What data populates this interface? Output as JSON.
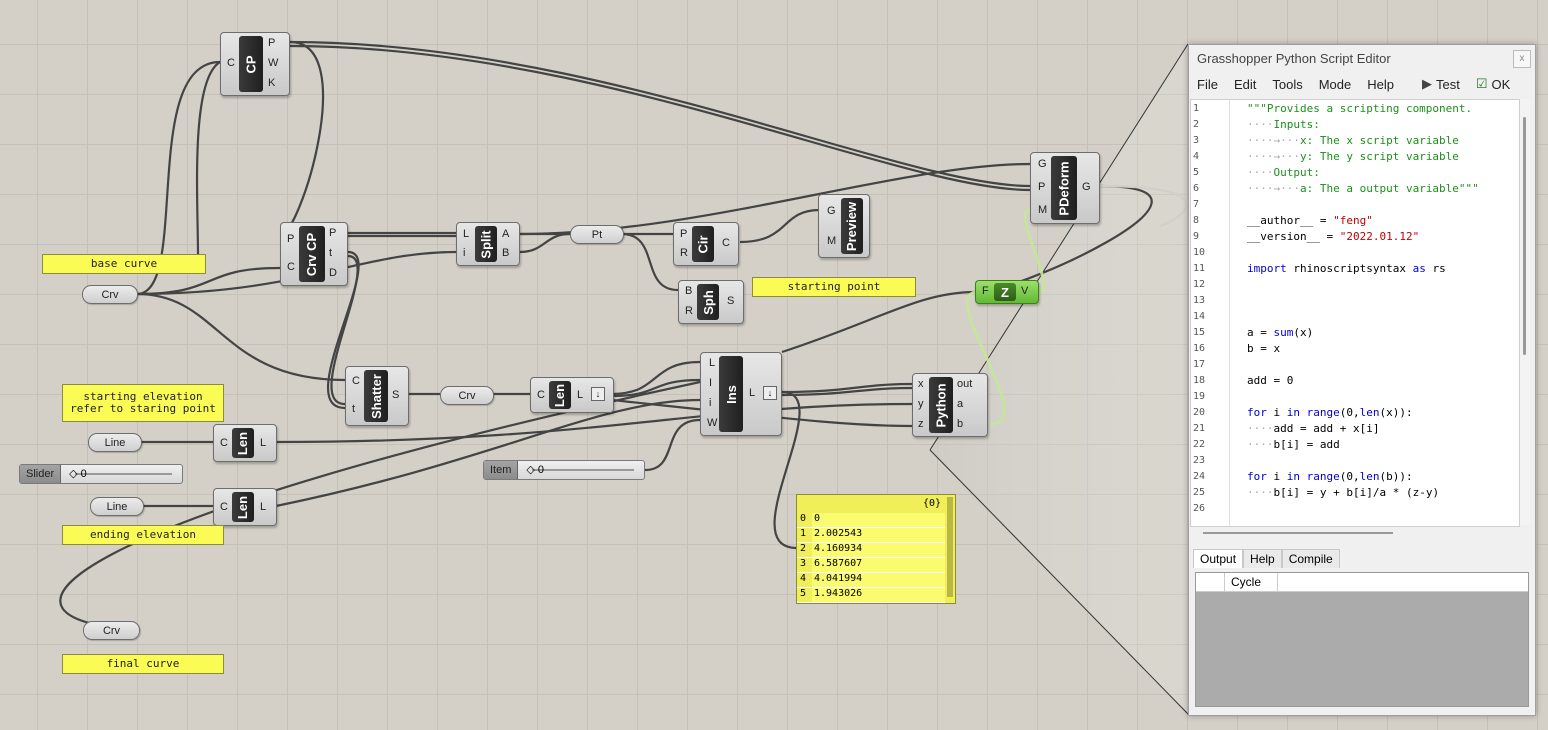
{
  "canvas": {
    "components": {
      "cp": {
        "label": "CP",
        "inputs": [
          "C"
        ],
        "outputs": [
          "P",
          "W",
          "K"
        ]
      },
      "crvcp": {
        "label": "Crv CP",
        "inputs": [
          "P",
          "C"
        ],
        "outputs": [
          "P",
          "t",
          "D"
        ]
      },
      "split": {
        "label": "Split",
        "inputs": [
          "L",
          "i"
        ],
        "outputs": [
          "A",
          "B"
        ]
      },
      "cir": {
        "label": "Cir",
        "inputs": [
          "P",
          "R"
        ],
        "outputs": [
          "C"
        ]
      },
      "preview": {
        "label": "Preview",
        "inputs": [
          "G",
          "M"
        ]
      },
      "sph": {
        "label": "Sph",
        "inputs": [
          "B",
          "R"
        ],
        "outputs": [
          "S"
        ]
      },
      "pdeform": {
        "label": "PDeform",
        "inputs": [
          "G",
          "P",
          "M"
        ],
        "outputs": [
          "G"
        ]
      },
      "fz": {
        "label": "Z",
        "inputs": [
          "F"
        ],
        "outputs": [
          "V"
        ]
      },
      "shatter": {
        "label": "Shatter",
        "inputs": [
          "C",
          "t"
        ],
        "outputs": [
          "S"
        ]
      },
      "len1": {
        "label": "Len",
        "inputs": [
          "C"
        ],
        "outputs": [
          "L"
        ]
      },
      "ins": {
        "label": "Ins",
        "inputs": [
          "L",
          "I",
          "i",
          "W"
        ],
        "outputs": [
          "L"
        ]
      },
      "python": {
        "label": "Python",
        "inputs": [
          "x",
          "y",
          "z"
        ],
        "outputs": [
          "out",
          "a",
          "b"
        ]
      },
      "len2": {
        "label": "Len",
        "inputs": [
          "C"
        ],
        "outputs": [
          "L"
        ]
      },
      "len3": {
        "label": "Len",
        "inputs": [
          "C"
        ],
        "outputs": [
          "L"
        ]
      }
    },
    "params": {
      "crv1": "Crv",
      "pt": "Pt",
      "crv2": "Crv",
      "line1": "Line",
      "line2": "Line",
      "crv3": "Crv"
    },
    "panels": {
      "base_curve": "base curve",
      "starting_point": "starting point",
      "start_elev_1": "starting elevation",
      "start_elev_2": "refer to staring point",
      "ending_elev": "ending elevation",
      "final_curve": "final curve"
    },
    "sliders": {
      "slider": {
        "label": "Slider",
        "value": "0"
      },
      "item": {
        "label": "Item",
        "value": "0"
      }
    },
    "datapanel": {
      "path": "{0}",
      "rows": [
        {
          "i": "0",
          "v": "0"
        },
        {
          "i": "1",
          "v": "2.002543"
        },
        {
          "i": "2",
          "v": "4.160934"
        },
        {
          "i": "3",
          "v": "6.587607"
        },
        {
          "i": "4",
          "v": "4.041994"
        },
        {
          "i": "5",
          "v": "1.943026"
        }
      ]
    }
  },
  "editor": {
    "title": "Grasshopper Python Script Editor",
    "close": "x",
    "menu": [
      "File",
      "Edit",
      "Tools",
      "Mode",
      "Help"
    ],
    "test_label": "Test",
    "ok_label": "OK",
    "line_numbers": [
      "1",
      "2",
      "3",
      "4",
      "5",
      "6",
      "7",
      "8",
      "9",
      "10",
      "11",
      "12",
      "13",
      "14",
      "15",
      "16",
      "17",
      "18",
      "19",
      "20",
      "21",
      "22",
      "23",
      "24",
      "25",
      "26"
    ],
    "code": {
      "l1": "\"\"\"Provides a scripting component.",
      "l2": "Inputs:",
      "l3": "x: The x script variable",
      "l4": "y: The y script variable",
      "l5": "Output:",
      "l6": "a: The a output variable\"\"\"",
      "l8a": "__author__ = ",
      "l8b": "\"feng\"",
      "l9a": "__version__ = ",
      "l9b": "\"2022.01.12\"",
      "l11a": "import",
      "l11b": " rhinoscriptsyntax ",
      "l11c": "as",
      "l11d": " rs",
      "l15a": "a = ",
      "l15b": "sum",
      "l15c": "(x)",
      "l16": "b = x",
      "l18": "add = 0",
      "l20a": "for",
      "l20b": " i ",
      "l20c": "in",
      "l20d": " ",
      "l20e": "range",
      "l20f": "(0,",
      "l20g": "len",
      "l20h": "(x)):",
      "l21": "add = add + x[i]",
      "l22": "b[i] = add",
      "l24a": "for",
      "l24b": " i ",
      "l24c": "in",
      "l24d": " ",
      "l24e": "range",
      "l24f": "(0,",
      "l24g": "len",
      "l24h": "(b)):",
      "l25": "b[i] = y + b[i]/a * (z-y)"
    },
    "output_tabs": [
      "Output",
      "Help",
      "Compile"
    ],
    "output_header": "Cycle"
  }
}
